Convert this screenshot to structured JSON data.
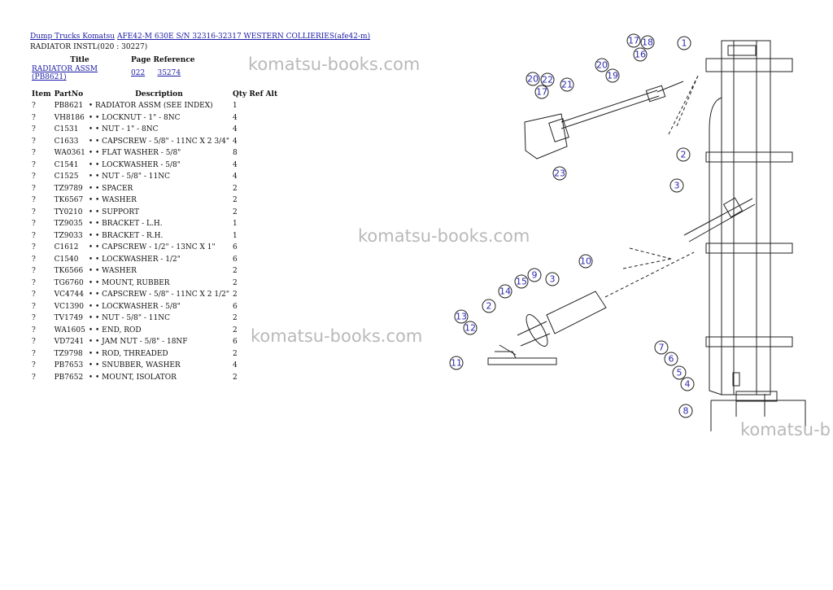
{
  "breadcrumb": {
    "link1": "Dump Trucks Komatsu",
    "link2": "AFE42-M 630E S/N 32316-32317 WESTERN COLLIERIES(afe42-m)"
  },
  "subtitle": "RADIATOR INSTL(020 : 30227)",
  "ref_table": {
    "headers": {
      "title": "Title",
      "page_reference": "Page Reference"
    },
    "row": {
      "title": "RADIATOR ASSM (PB8621)",
      "page": "022",
      "ref": "35274"
    }
  },
  "parts_table": {
    "headers": {
      "item": "Item",
      "part_no": "PartNo",
      "description": "Description",
      "qty": "Qty",
      "ref": "Ref",
      "alt": "Alt"
    },
    "rows": [
      {
        "item": "?",
        "part": "PB8621",
        "desc": "• RADIATOR ASSM (SEE INDEX)",
        "qty": "1"
      },
      {
        "item": "?",
        "part": "VH8186",
        "desc": "• • LOCKNUT - 1\" - 8NC",
        "qty": "4"
      },
      {
        "item": "?",
        "part": "C1531",
        "desc": "• • NUT - 1\" - 8NC",
        "qty": "4"
      },
      {
        "item": "?",
        "part": "C1633",
        "desc": "• • CAPSCREW - 5/8\" - 11NC X 2 3/4\"",
        "qty": "4"
      },
      {
        "item": "?",
        "part": "WA0361",
        "desc": "• • FLAT WASHER - 5/8\"",
        "qty": "8"
      },
      {
        "item": "?",
        "part": "C1541",
        "desc": "• • LOCKWASHER - 5/8\"",
        "qty": "4"
      },
      {
        "item": "?",
        "part": "C1525",
        "desc": "• • NUT - 5/8\" - 11NC",
        "qty": "4"
      },
      {
        "item": "?",
        "part": "TZ9789",
        "desc": "• • SPACER",
        "qty": "2"
      },
      {
        "item": "?",
        "part": "TK6567",
        "desc": "• • WASHER",
        "qty": "2"
      },
      {
        "item": "?",
        "part": "TY0210",
        "desc": "• • SUPPORT",
        "qty": "2"
      },
      {
        "item": "?",
        "part": "TZ9035",
        "desc": "• • BRACKET - L.H.",
        "qty": "1"
      },
      {
        "item": "?",
        "part": "TZ9033",
        "desc": "• • BRACKET - R.H.",
        "qty": "1"
      },
      {
        "item": "?",
        "part": "C1612",
        "desc": "• • CAPSCREW - 1/2\" - 13NC X 1\"",
        "qty": "6"
      },
      {
        "item": "?",
        "part": "C1540",
        "desc": "• • LOCKWASHER - 1/2\"",
        "qty": "6"
      },
      {
        "item": "?",
        "part": "TK6566",
        "desc": "• • WASHER",
        "qty": "2"
      },
      {
        "item": "?",
        "part": "TG6760",
        "desc": "• • MOUNT, RUBBER",
        "qty": "2"
      },
      {
        "item": "?",
        "part": "VC4744",
        "desc": "• • CAPSCREW - 5/8\" - 11NC X 2 1/2\"",
        "qty": "2"
      },
      {
        "item": "?",
        "part": "VC1390",
        "desc": "• • LOCKWASHER - 5/8\"",
        "qty": "6"
      },
      {
        "item": "?",
        "part": "TV1749",
        "desc": "• • NUT - 5/8\" - 11NC",
        "qty": "2"
      },
      {
        "item": "?",
        "part": "WA1605",
        "desc": "• • END, ROD",
        "qty": "2"
      },
      {
        "item": "?",
        "part": "VD7241",
        "desc": "• • JAM NUT - 5/8\" - 18NF",
        "qty": "6"
      },
      {
        "item": "?",
        "part": "TZ9798",
        "desc": "• • ROD, THREADED",
        "qty": "2"
      },
      {
        "item": "?",
        "part": "PB7653",
        "desc": "• • SNUBBER, WASHER",
        "qty": "4"
      },
      {
        "item": "?",
        "part": "PB7652",
        "desc": "• • MOUNT, ISOLATOR",
        "qty": "2"
      }
    ]
  },
  "watermark": "komatsu-books.com",
  "watermark_partial": "komatsu-b",
  "callouts": [
    "1",
    "2",
    "3",
    "4",
    "5",
    "6",
    "7",
    "8",
    "10",
    "11",
    "12",
    "13",
    "14",
    "15",
    "16",
    "17",
    "18",
    "19",
    "20",
    "21",
    "22",
    "23"
  ]
}
